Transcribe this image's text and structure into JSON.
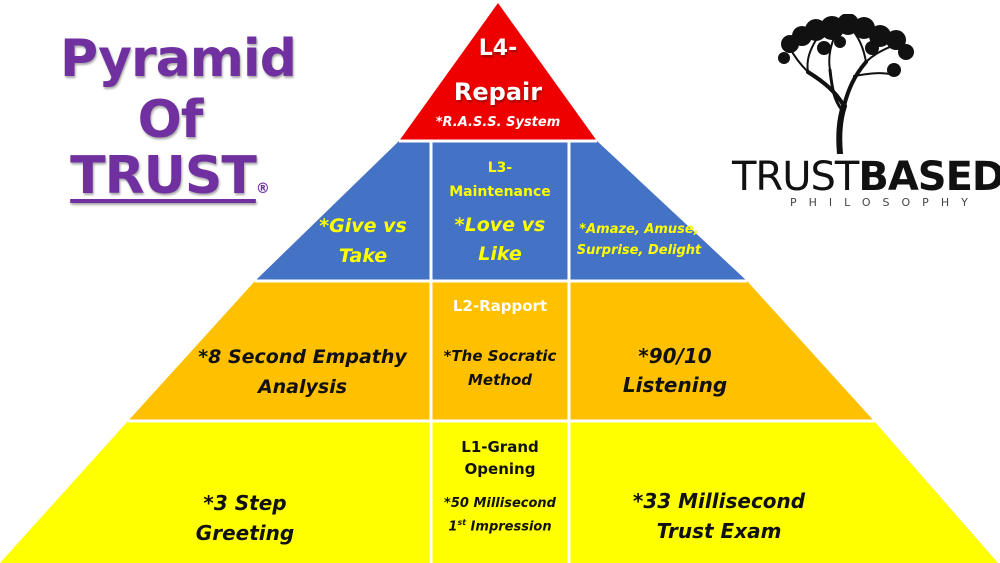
{
  "title": {
    "line1": "Pyramid",
    "line2": "Of",
    "line3": "TRUST",
    "mark": "®"
  },
  "brand": {
    "part1": "TRUST",
    "part2": "BASED",
    "tagline": "PHILOSOPHY"
  },
  "colors": {
    "red": "#ef0000",
    "blue": "#4472c4",
    "orange": "#ffc000",
    "yellow": "#ffff00",
    "purple": "#7030a0"
  },
  "levels": {
    "l4": {
      "title_line1": "L4-",
      "title_line2": "Repair",
      "item": "*R.A.S.S. System"
    },
    "l3": {
      "title_line1": "L3-",
      "title_line2": "Maintenance",
      "left_line1": "*Give vs",
      "left_line2": "Take",
      "center_line1": "*Love vs",
      "center_line2": "Like",
      "right_line1": "*Amaze, Amuse,",
      "right_line2": "Surprise, Delight"
    },
    "l2": {
      "title": "L2-Rapport",
      "left_line1": "*8 Second Empathy",
      "left_line2": "Analysis",
      "center_line1": "*The Socratic",
      "center_line2": "Method",
      "right_line1": "*90/10",
      "right_line2": "Listening"
    },
    "l1": {
      "title_line1": "L1-Grand",
      "title_line2": "Opening",
      "left_line1": "*3 Step",
      "left_line2": "Greeting",
      "center_line1": "*50 Millisecond",
      "center_line2_pre": "1",
      "center_line2_sup": "st",
      "center_line2_post": " Impression",
      "right_line1": "*33 Millisecond",
      "right_line2": "Trust Exam"
    }
  }
}
